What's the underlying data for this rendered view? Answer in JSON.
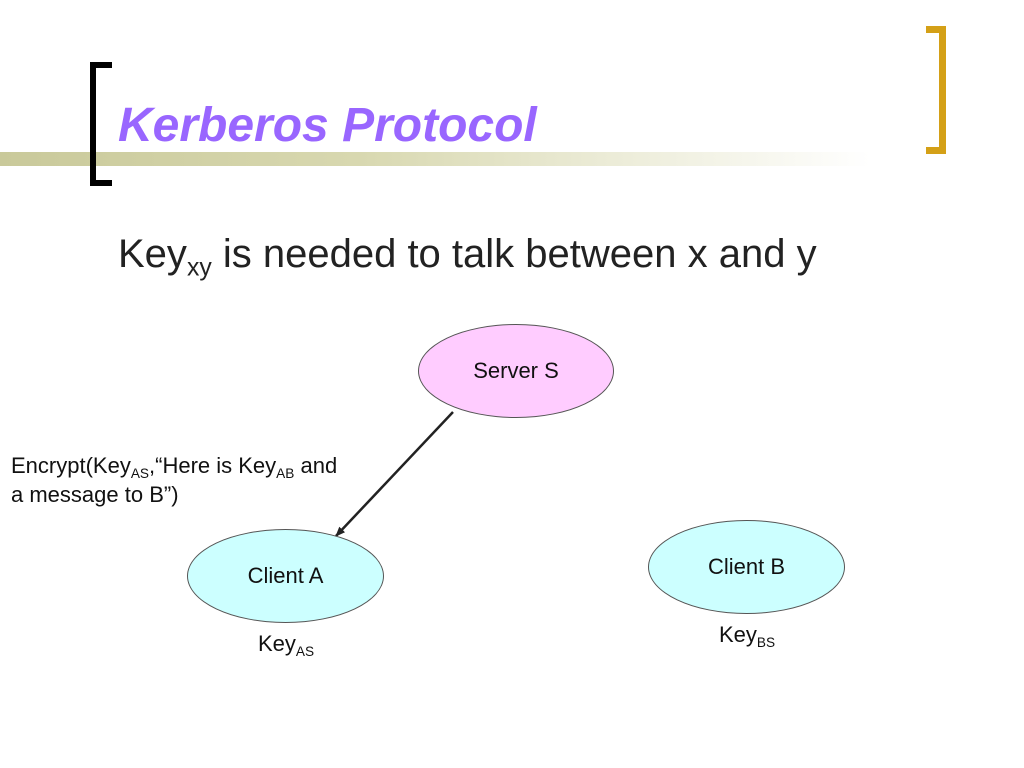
{
  "title": "Kerberos Protocol",
  "subtitle": {
    "prefix": "Key",
    "sub": "xy",
    "suffix": " is needed to talk between x and y"
  },
  "nodes": {
    "server": "Server S",
    "client_a": "Client A",
    "client_b": "Client B"
  },
  "message": {
    "part1": "Encrypt(Key",
    "sub1": "AS",
    "part2": ",“Here is Key",
    "sub2": "AB",
    "part3": " and",
    "line2": "a message to B”)"
  },
  "keys": {
    "a": {
      "prefix": "Key",
      "sub": "AS"
    },
    "b": {
      "prefix": "Key",
      "sub": "BS"
    }
  },
  "colors": {
    "title": "#9966ff",
    "server_fill": "#ffccff",
    "client_fill": "#ccffff",
    "bracket_right": "#d4a017"
  }
}
